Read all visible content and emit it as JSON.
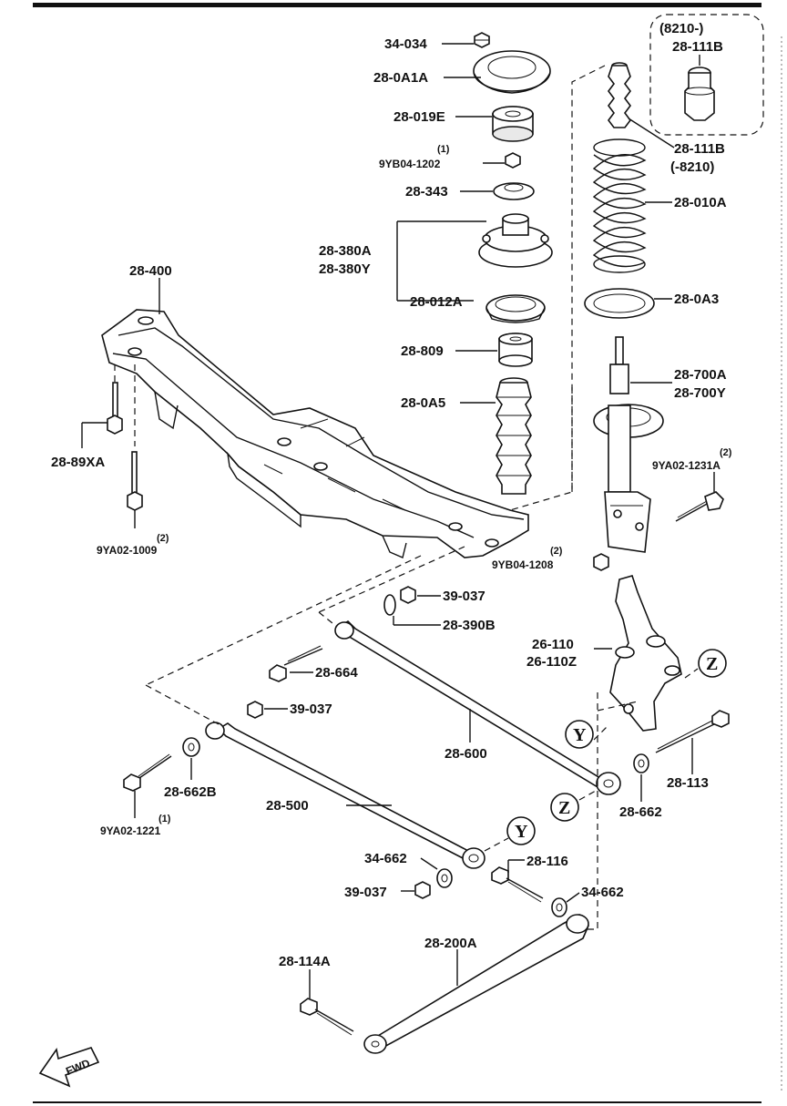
{
  "labels": {
    "l_34_034": "34-034",
    "l_28_0A1A": "28-0A1A",
    "l_28_019E": "28-019E",
    "l_9YB04_1202_qty": "(1)",
    "l_9YB04_1202": "9YB04-1202",
    "l_28_343": "28-343",
    "l_28_380A": "28-380A",
    "l_28_380Y": "28-380Y",
    "l_28_012A": "28-012A",
    "l_28_809": "28-809",
    "l_28_0A5": "28-0A5",
    "l_28_400": "28-400",
    "l_28_89XA": "28-89XA",
    "l_9YA02_1009_qty": "(2)",
    "l_9YA02_1009": "9YA02-1009",
    "l_box_range": "(8210-)",
    "l_28_111B_box": "28-111B",
    "l_28_111B": "28-111B",
    "l_28_111B_range": "(-8210)",
    "l_28_010A": "28-010A",
    "l_28_0A3": "28-0A3",
    "l_28_700A": "28-700A",
    "l_28_700Y": "28-700Y",
    "l_9YA02_1231A_qty": "(2)",
    "l_9YA02_1231A": "9YA02-1231A",
    "l_9YB04_1208_qty": "(2)",
    "l_9YB04_1208": "9YB04-1208",
    "l_39_037_a": "39-037",
    "l_28_390B": "28-390B",
    "l_26_110": "26-110",
    "l_26_110Z": "26-110Z",
    "l_28_664": "28-664",
    "l_39_037_b": "39-037",
    "l_28_600": "28-600",
    "l_28_113": "28-113",
    "l_28_662B": "28-662B",
    "l_28_662": "28-662",
    "l_28_500": "28-500",
    "l_9YA02_1221_qty": "(1)",
    "l_9YA02_1221": "9YA02-1221",
    "l_34_662_a": "34-662",
    "l_28_116": "28-116",
    "l_39_037_c": "39-037",
    "l_34_662_b": "34-662",
    "l_28_200A": "28-200A",
    "l_28_114A": "28-114A"
  },
  "markers": {
    "y1": "Y",
    "z1": "Z",
    "z2": "Z",
    "y2": "Y"
  },
  "fwd": "FWD"
}
